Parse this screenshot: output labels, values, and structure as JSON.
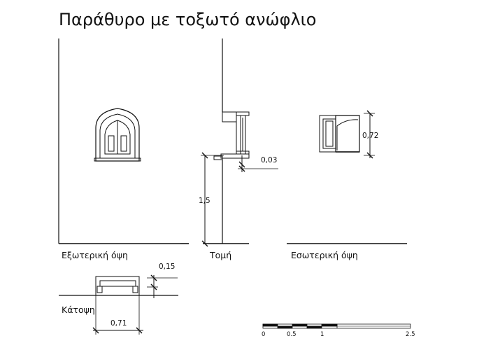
{
  "title": "Παράθυρο με τοξωτό ανώφλιο",
  "views": {
    "exterior": "Εξωτερική όψη",
    "section": "Τομή",
    "interior": "Εσωτερική όψη",
    "plan": "Κάτοψη"
  },
  "dimensions": {
    "sill_thickness": "0,03",
    "sill_height": "1,5",
    "window_height": "0,72",
    "plan_depth": "0,15",
    "plan_width": "0,71"
  },
  "scale_bar": {
    "ticks": [
      "0",
      "0.5",
      "1",
      "2.5"
    ]
  }
}
